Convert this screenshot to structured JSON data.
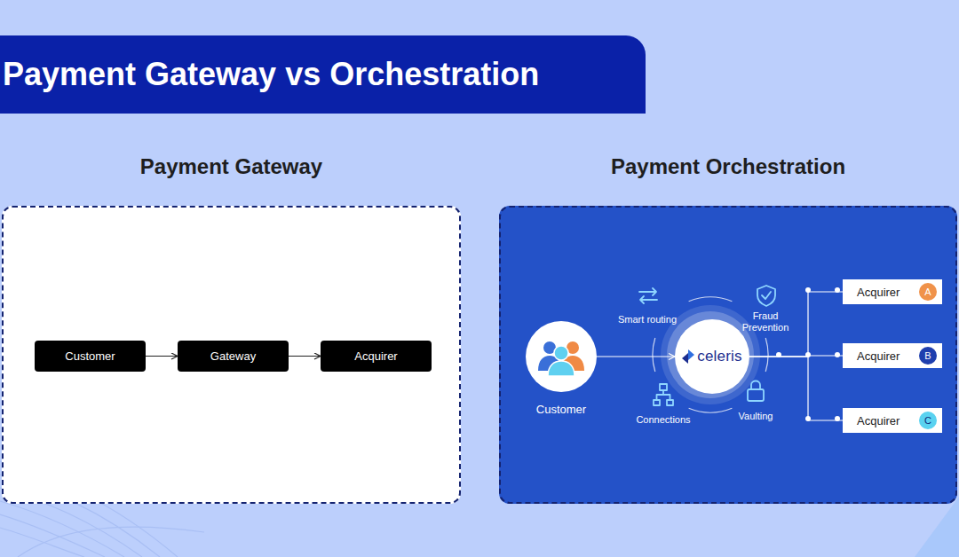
{
  "diagram": {
    "title": "Payment Gateway vs Orchestration",
    "nodes": [
      {
        "text": [
          "Payment Gateway"
        ]
      },
      {
        "text": [
          "Customer"
        ],
        "in": 0
      },
      {
        "text": [
          "Gateway"
        ],
        "in": 0
      },
      {
        "text": [
          "Acquirer"
        ],
        "in": 0
      },
      {
        "text": [
          "Payment Orchestration"
        ]
      },
      {
        "text": [
          "Customer"
        ],
        "in": 4
      },
      {
        "text": [
          "celeris"
        ],
        "in": 4
      },
      {
        "text": [
          "Acquirer",
          "A"
        ],
        "in": 4
      },
      {
        "text": [
          "Acquirer",
          "B"
        ],
        "in": 4
      },
      {
        "text": [
          "Acquirer",
          "C"
        ],
        "in": 4
      }
    ],
    "edges": [
      {
        "from": 1,
        "to": 2,
        "arrow": "to"
      },
      {
        "from": 2,
        "to": 3,
        "arrow": "to"
      },
      {
        "from": 5,
        "to": 6,
        "arrow": "to"
      },
      {
        "from": 6,
        "to": 7,
        "arrow": "none"
      },
      {
        "from": 6,
        "to": 8,
        "arrow": "none"
      },
      {
        "from": 6,
        "to": 9,
        "arrow": "none"
      }
    ],
    "labels": [
      "Smart routing",
      "Fraud Prevention",
      "Connections",
      "Vaulting"
    ]
  }
}
